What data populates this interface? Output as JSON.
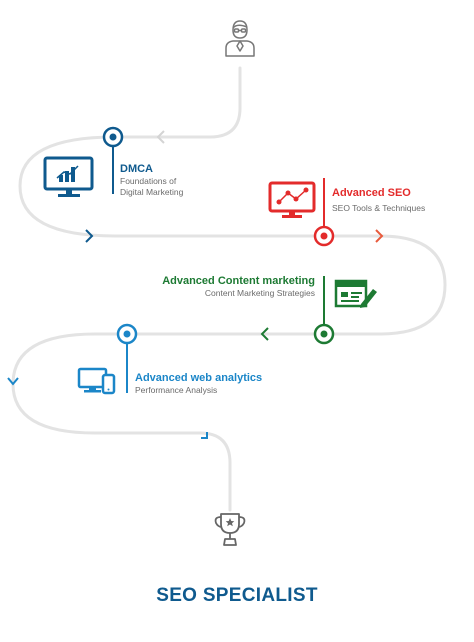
{
  "steps": [
    {
      "title": "DMCA",
      "subtitle_line1": "Foundations of",
      "subtitle_line2": "Digital Marketing",
      "color": "#0f5a8e",
      "icon": "monitor-chart-icon"
    },
    {
      "title": "Advanced SEO",
      "subtitle_line1": "SEO Tools & Techniques",
      "color": "#e32b2b",
      "icon": "monitor-network-icon"
    },
    {
      "title": "Advanced Content marketing",
      "subtitle_line1": "Content Marketing Strategies",
      "color": "#1d7a33",
      "icon": "content-edit-icon"
    },
    {
      "title": "Advanced web analytics",
      "subtitle_line1": "Performance Analysis",
      "color": "#1b86c8",
      "icon": "devices-icon"
    }
  ],
  "footer": {
    "title": "SEO SPECIALIST"
  },
  "start_icon": "person-icon",
  "end_icon": "trophy-icon",
  "path_color": "#e3e3e3"
}
